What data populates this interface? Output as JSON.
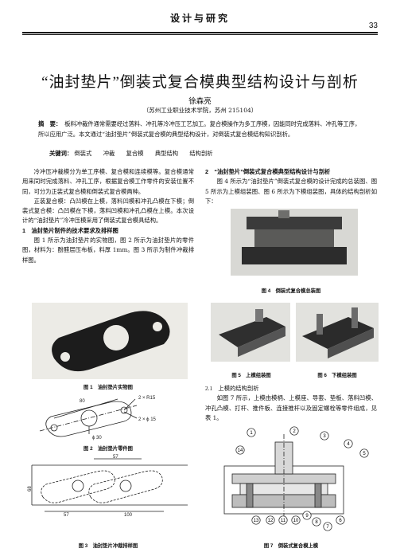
{
  "header": {
    "title": "设计与研究",
    "page_number": "33"
  },
  "article": {
    "title": "“油封垫片”倒装式复合模典型结构设计与剖析",
    "author": "徐森亮",
    "affiliation": "（苏州工业职业技术学院，苏州 215104）",
    "abstract_label": "摘　要：",
    "abstract_text": "板料冲裁件通常需要经过落料、冲孔等冷冲压工艺加工。复合模操作为多工序模，因能同时完成落料、冲孔等工序，所以应用广泛。本文通过“油封垫片”倒装式复合模的典型结构设计，对倒装式复合模结构知识剖析。",
    "keywords_label": "关键词：",
    "keywords": [
      "倒装式",
      "冲裁",
      "复合模",
      "典型结构",
      "结构剖析"
    ]
  },
  "left_column": {
    "p1": "冷冲压冲裁模分为单工序模、复合模和连续模等。复合模通常用来同时完成落料、冲孔工序，根据复合模工作零件的安装位置不同，可分为正装式复合模和倒装式复合模两种。",
    "p2": "正装复合模：凸凹模在上模，落料凹模和冲孔凸模在下模；倒装式复合模：凸凹模在下模，落料凹模和冲孔凸模在上模。本次设计的“油封垫片”冷冲压模采用了倒装式复合模具结构。",
    "h1": "1　油封垫片制件的技术要求及排样图",
    "p3": "图 1 所示为油封垫片的实物图，图 2 所示为油封垫片的零件图，材料为：酚醛层压布板，料厚 1mm。图 3 所示为制件冲裁排样图。"
  },
  "right_column": {
    "h1": "2　“油封垫片”倒装式复合模典型结构设计与剖析",
    "p1": "图 4 所示为“油封垫片”倒装式复合模的设计完成的总装图、图 5 所示为上模组装图、图 6 所示为下模组装图，具体的结构剖析如下：",
    "h2": "2.1　上模的结构剖析",
    "p2": "如图 7 所示，上模由模柄、上模座、导套、垫板、落料凹模、冲孔凸模、打杆、推件板、连接推杆以及固定螺栓等零件组成，见表 1。"
  },
  "figures": {
    "fig1_caption": "图 1　油封垫片实物图",
    "fig2_caption": "图 2　油封垫片零件图",
    "fig3_caption": "图 3　油封垫片冲裁排样图",
    "fig4_caption": "图 4　倒装式复合模总装图",
    "fig5_caption": "图 5　上模组装图",
    "fig6_caption": "图 6　下模组装图",
    "fig7_caption": "图 7　倒装式复合模上模",
    "fig2_dims": {
      "d80": "80",
      "r15": "2 × R15",
      "phi15": "2 × ϕ 15",
      "phi30": "ϕ 30"
    },
    "fig3_dims": {
      "d57top": "57",
      "d68": "68",
      "d57bot": "57",
      "d100": "100"
    },
    "fig7_labels": [
      "1",
      "2",
      "3",
      "4",
      "5",
      "6",
      "7",
      "8",
      "9",
      "10",
      "11",
      "12",
      "13",
      "14"
    ]
  }
}
